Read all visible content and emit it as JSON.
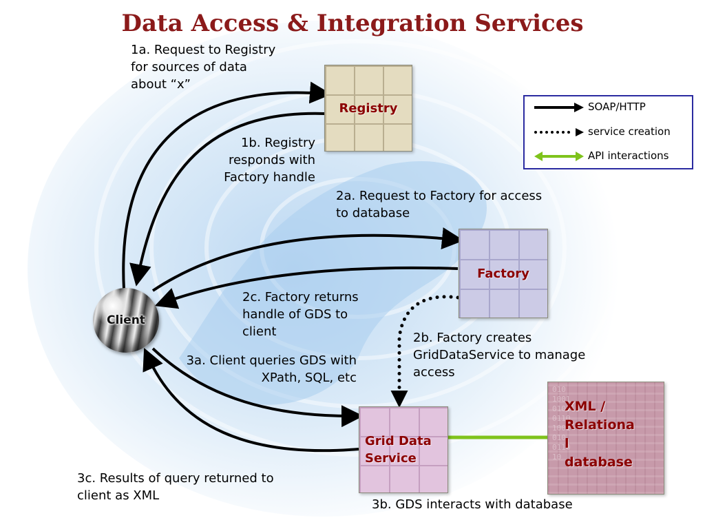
{
  "title": "Data Access & Integration Services",
  "notes": {
    "n1a": "1a. Request to Registry\nfor sources of data\nabout “x”",
    "n1b": "1b. Registry\nresponds with\nFactory handle",
    "n2a": "2a. Request to Factory for access\nto database",
    "n2c": "2c. Factory returns\nhandle of GDS to\nclient",
    "n2b": "2b. Factory creates\nGridDataService to manage\naccess",
    "n3a": "3a. Client queries GDS with\nXPath, SQL, etc",
    "n3c": "3c. Results of query returned to\nclient as XML",
    "n3b": "3b. GDS interacts with database"
  },
  "nodes": {
    "registry": "Registry",
    "factory": "Factory",
    "gds": "Grid Data\nService",
    "database": "XML /\nRelationa\nl\ndatabase",
    "client": "Client"
  },
  "database_bits": "010\n1001\n010110\n0110\n1001\n010\n0110\n10",
  "legend": {
    "soap": "SOAP/HTTP",
    "service_creation": "service creation",
    "api": "API interactions"
  },
  "colors": {
    "title": "#8b1a1a",
    "node_label": "#8b0000",
    "legend_border": "#2a2aa0",
    "api_line": "#7fc31c",
    "arrow": "#000000"
  }
}
